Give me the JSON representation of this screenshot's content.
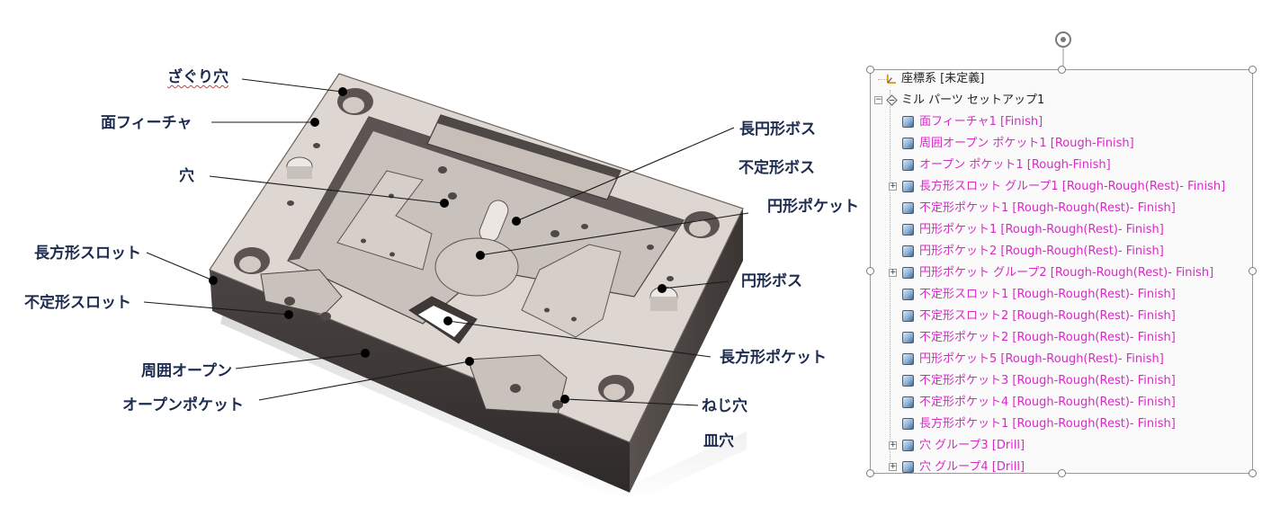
{
  "diagram": {
    "labels": {
      "counterbore": "ざぐり穴",
      "face_feature": "面フィーチャ",
      "hole": "穴",
      "rect_slot": "長方形スロット",
      "irregular_slot": "不定形スロット",
      "perimeter_open": "周囲オープン",
      "open_pocket": "オープンポケット",
      "obround_boss": "長円形ボス",
      "irregular_boss": "不定形ボス",
      "circular_pocket": "円形ポケット",
      "circular_boss": "円形ボス",
      "rect_pocket": "長方形ポケット",
      "tapped_hole": "ねじ穴",
      "countersink": "皿穴"
    }
  },
  "feature_tree": {
    "colors": {
      "operation_text": "#d62bc4",
      "plain_text": "#222222"
    },
    "rows": [
      {
        "label": "座標系 [未定義]",
        "icon": "coordinate-system-icon",
        "kind": "plain",
        "expander": ""
      },
      {
        "label": "ミル パーツ セットアップ1",
        "icon": "mill-setup-icon",
        "kind": "plain",
        "expander": "⊟"
      },
      {
        "label": "面フィーチャ1 [Finish]",
        "icon": "face-feature-icon",
        "kind": "op",
        "expander": ""
      },
      {
        "label": "周囲オープン ポケット1 [Rough-Finish]",
        "icon": "perimeter-pocket-icon",
        "kind": "op",
        "expander": ""
      },
      {
        "label": "オープン ポケット1 [Rough-Finish]",
        "icon": "open-pocket-icon",
        "kind": "op",
        "expander": ""
      },
      {
        "label": "長方形スロット グループ1 [Rough-Rough(Rest)- Finish]",
        "icon": "slot-group-icon",
        "kind": "op",
        "expander": "⊞"
      },
      {
        "label": "不定形ポケット1 [Rough-Rough(Rest)- Finish]",
        "icon": "pocket-icon",
        "kind": "op",
        "expander": ""
      },
      {
        "label": "円形ポケット1 [Rough-Rough(Rest)- Finish]",
        "icon": "pocket-icon",
        "kind": "op",
        "expander": ""
      },
      {
        "label": "円形ポケット2 [Rough-Rough(Rest)- Finish]",
        "icon": "pocket-icon",
        "kind": "op",
        "expander": ""
      },
      {
        "label": "円形ポケット グループ2 [Rough-Rough(Rest)- Finish]",
        "icon": "pocket-group-icon",
        "kind": "op",
        "expander": "⊞"
      },
      {
        "label": "不定形スロット1 [Rough-Rough(Rest)- Finish]",
        "icon": "slot-icon",
        "kind": "op",
        "expander": ""
      },
      {
        "label": "不定形スロット2 [Rough-Rough(Rest)- Finish]",
        "icon": "slot-icon",
        "kind": "op",
        "expander": ""
      },
      {
        "label": "不定形ポケット2 [Rough-Rough(Rest)- Finish]",
        "icon": "pocket-icon",
        "kind": "op",
        "expander": ""
      },
      {
        "label": "円形ポケット5 [Rough-Rough(Rest)- Finish]",
        "icon": "pocket-icon",
        "kind": "op",
        "expander": ""
      },
      {
        "label": "不定形ポケット3 [Rough-Rough(Rest)- Finish]",
        "icon": "pocket-icon",
        "kind": "op",
        "expander": ""
      },
      {
        "label": "不定形ポケット4 [Rough-Rough(Rest)- Finish]",
        "icon": "pocket-icon",
        "kind": "op",
        "expander": ""
      },
      {
        "label": "長方形ポケット1 [Rough-Rough(Rest)- Finish]",
        "icon": "pocket-icon",
        "kind": "op",
        "expander": ""
      },
      {
        "label": "穴 グループ3 [Drill]",
        "icon": "hole-group-icon",
        "kind": "op",
        "expander": "⊞"
      },
      {
        "label": "穴 グループ4 [Drill]",
        "icon": "hole-group-icon",
        "kind": "op",
        "expander": "⊞"
      }
    ]
  }
}
